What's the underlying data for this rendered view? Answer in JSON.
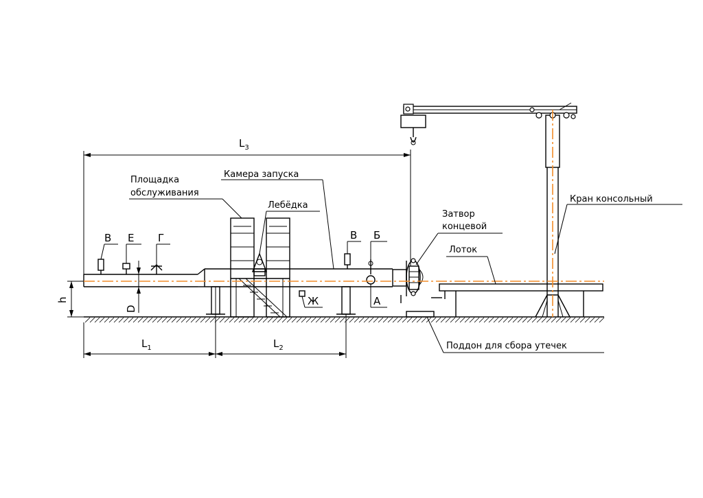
{
  "labels": {
    "platform_line1": "Площадка",
    "platform_line2": "обслуживания",
    "launch_chamber": "Камера запуска",
    "winch": "Лебёдка",
    "end_closure_line1": "Затвор",
    "end_closure_line2": "концевой",
    "tray": "Лоток",
    "jib_crane": "Кран консольный",
    "drip_pan": "Поддон для сбора утечек"
  },
  "dimensions": {
    "L": "L",
    "L1_sub": "1",
    "L2_sub": "2",
    "L3_sub": "3",
    "h": "h",
    "D": "D"
  },
  "markers": {
    "V_left": "В",
    "E": "Е",
    "G": "Г",
    "V_right": "В",
    "B": "Б",
    "A": "А",
    "Zh": "Ж"
  },
  "colors": {
    "axis_line": "#f28c28",
    "lines": "#000000",
    "background": "#ffffff"
  }
}
